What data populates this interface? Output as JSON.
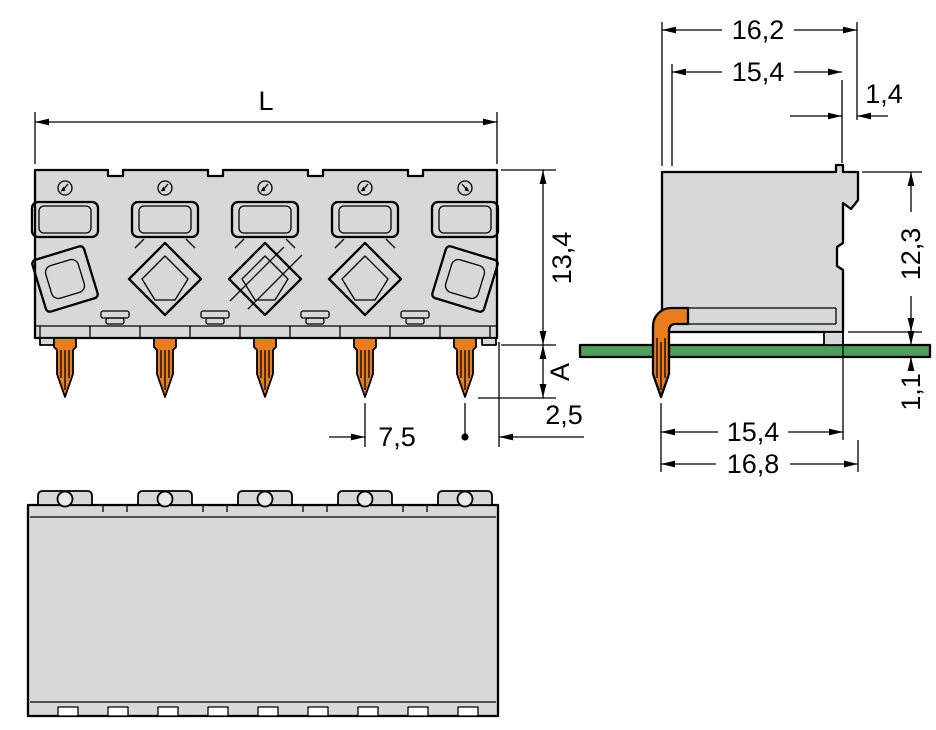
{
  "drawing": {
    "kind": "dimensional technical drawing of PCB terminal connector",
    "views": [
      "front",
      "side-on-pcb",
      "bottom"
    ],
    "pin_count": 5
  },
  "labels": {
    "front": {
      "length": "L",
      "height": "13,4",
      "pin_projection": "A",
      "pin_edge_offset": "2,5",
      "pin_pitch": "7,5"
    },
    "side": {
      "overall_width": "16,2",
      "housing_width": "15,4",
      "latch_depth": "1,4",
      "housing_height": "12,3",
      "pcb_thickness": "1,1",
      "pin_to_edge": "15,4",
      "overall_depth": "16,8"
    }
  },
  "colors": {
    "housing": "#d7d9d8",
    "hole": "#e8eae9",
    "pin": "#e87d1e",
    "pcb": "#4f9e5b",
    "line": "#000000",
    "background": "#ffffff"
  }
}
